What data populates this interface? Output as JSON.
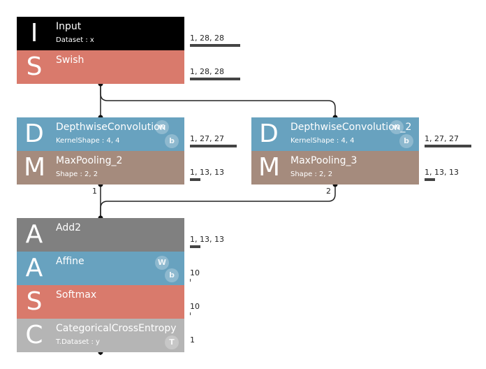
{
  "colors": {
    "input": "#000000",
    "activation": "#d97a6c",
    "conv": "#68a2bf",
    "pool": "#a58b7d",
    "merge": "#808080",
    "loss": "#b5b5b5"
  },
  "layers": {
    "input": {
      "letter": "I",
      "name": "Input",
      "param": "Dataset : x",
      "shape": "1, 28, 28",
      "bar": 1.0
    },
    "swish": {
      "letter": "S",
      "name": "Swish",
      "param": "",
      "shape": "1, 28, 28",
      "bar": 1.0
    },
    "dwconv1": {
      "letter": "D",
      "name": "DepthwiseConvolution",
      "param": "KernelShape : 4, 4",
      "shape": "1, 27, 27",
      "bar": 0.93,
      "badges": [
        "w",
        "b"
      ]
    },
    "maxpool2": {
      "letter": "M",
      "name": "MaxPooling_2",
      "param": "Shape : 2, 2",
      "shape": "1, 13, 13",
      "bar": 0.21
    },
    "dwconv2": {
      "letter": "D",
      "name": "DepthwiseConvolution_2",
      "param": "KernelShape : 4, 4",
      "shape": "1, 27, 27",
      "bar": 0.93,
      "badges": [
        "w",
        "b"
      ]
    },
    "maxpool3": {
      "letter": "M",
      "name": "MaxPooling_3",
      "param": "Shape : 2, 2",
      "shape": "1, 13, 13",
      "bar": 0.21
    },
    "add2": {
      "letter": "A",
      "name": "Add2",
      "param": "",
      "shape": "1, 13, 13",
      "bar": 0.21
    },
    "affine": {
      "letter": "A",
      "name": "Affine",
      "param": "",
      "shape": "10",
      "bar": 0.01,
      "badges": [
        "W",
        "b"
      ]
    },
    "softmax": {
      "letter": "S",
      "name": "Softmax",
      "param": "",
      "shape": "10",
      "bar": 0.01
    },
    "loss": {
      "letter": "C",
      "name": "CategoricalCrossEntropy",
      "param": "T.Dataset : y",
      "shape": "1",
      "bar": 0,
      "badges": [
        "T"
      ]
    }
  },
  "edge_labels": {
    "left": "1",
    "right": "2"
  }
}
